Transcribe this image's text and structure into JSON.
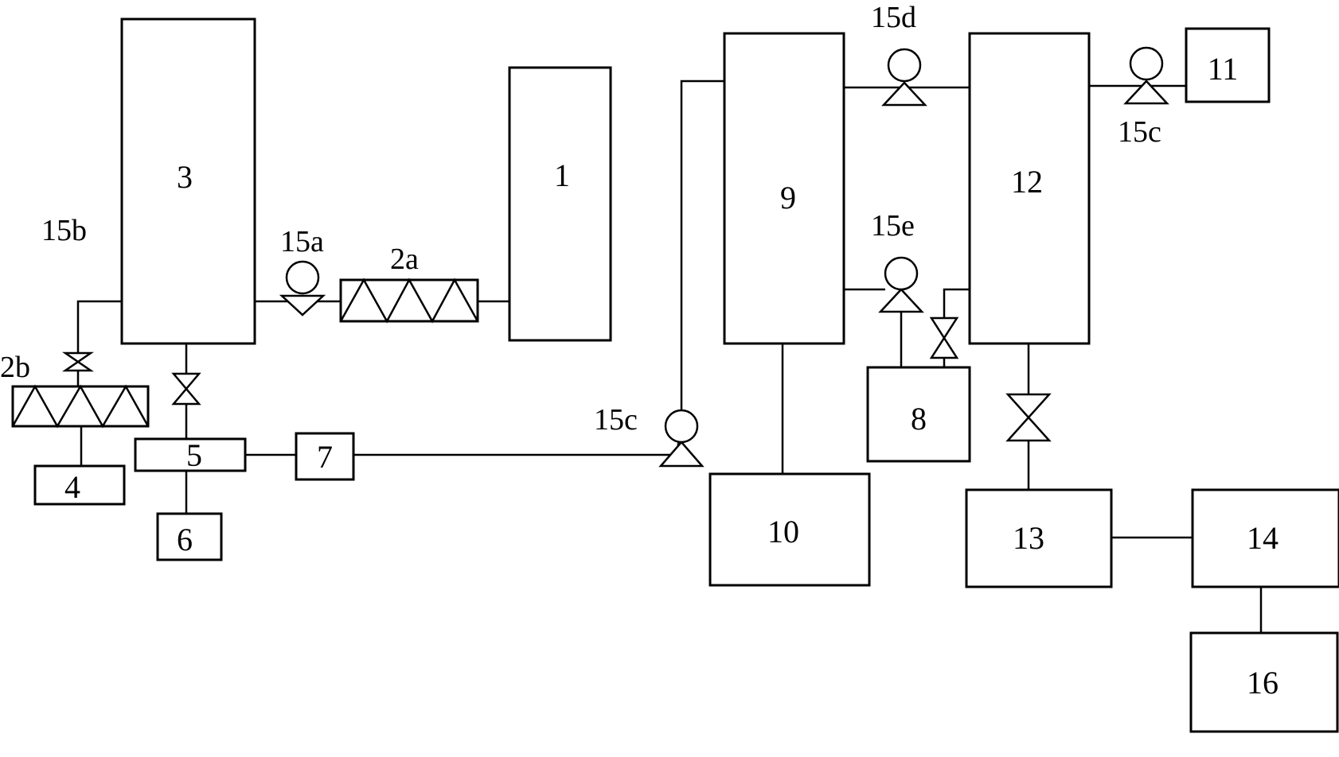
{
  "units": {
    "u1": "1",
    "u3": "3",
    "u4": "4",
    "u5": "5",
    "u6": "6",
    "u7": "7",
    "u8": "8",
    "u9": "9",
    "u10": "10",
    "u11": "11",
    "u12": "12",
    "u13": "13",
    "u14": "14",
    "u16": "16"
  },
  "heat_exchangers": {
    "hx_2a": "2a",
    "hx_2b": "2b"
  },
  "pumps": {
    "p_15a": "15a",
    "p_15b": "15b",
    "p_15c_left": "15c",
    "p_15c_right": "15c",
    "p_15d": "15d",
    "p_15e": "15e"
  }
}
